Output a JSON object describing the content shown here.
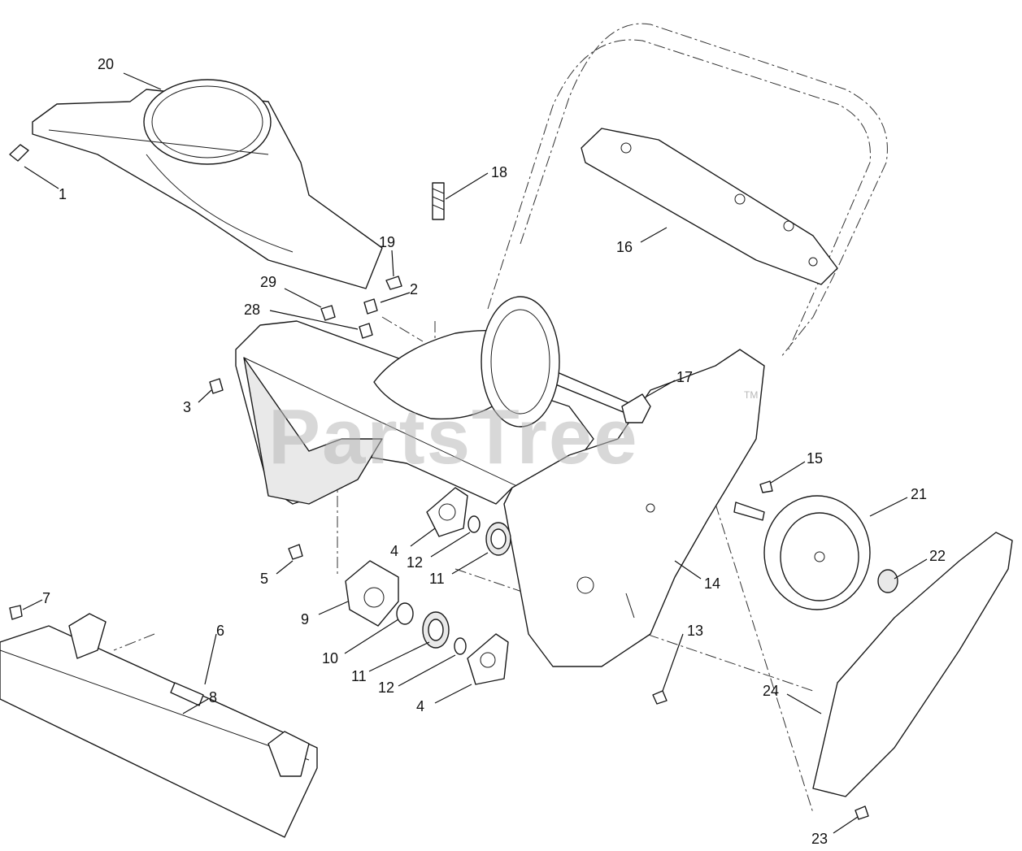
{
  "watermark": {
    "text": "PartsTree",
    "trademark": "TM"
  },
  "callouts": [
    {
      "id": "c20",
      "label": "20"
    },
    {
      "id": "c1",
      "label": "1"
    },
    {
      "id": "c18",
      "label": "18"
    },
    {
      "id": "c19",
      "label": "19"
    },
    {
      "id": "c29",
      "label": "29"
    },
    {
      "id": "c2",
      "label": "2"
    },
    {
      "id": "c28",
      "label": "28"
    },
    {
      "id": "c16",
      "label": "16"
    },
    {
      "id": "c17",
      "label": "17"
    },
    {
      "id": "c3",
      "label": "3"
    },
    {
      "id": "c15",
      "label": "15"
    },
    {
      "id": "c21",
      "label": "21"
    },
    {
      "id": "c4a",
      "label": "4"
    },
    {
      "id": "c12a",
      "label": "12"
    },
    {
      "id": "c11a",
      "label": "11"
    },
    {
      "id": "c22",
      "label": "22"
    },
    {
      "id": "c5",
      "label": "5"
    },
    {
      "id": "c14",
      "label": "14"
    },
    {
      "id": "c7",
      "label": "7"
    },
    {
      "id": "c6",
      "label": "6"
    },
    {
      "id": "c9",
      "label": "9"
    },
    {
      "id": "c13",
      "label": "13"
    },
    {
      "id": "c10",
      "label": "10"
    },
    {
      "id": "c11b",
      "label": "11"
    },
    {
      "id": "c12b",
      "label": "12"
    },
    {
      "id": "c8",
      "label": "8"
    },
    {
      "id": "c4b",
      "label": "4"
    },
    {
      "id": "c24",
      "label": "24"
    },
    {
      "id": "c23",
      "label": "23"
    }
  ]
}
